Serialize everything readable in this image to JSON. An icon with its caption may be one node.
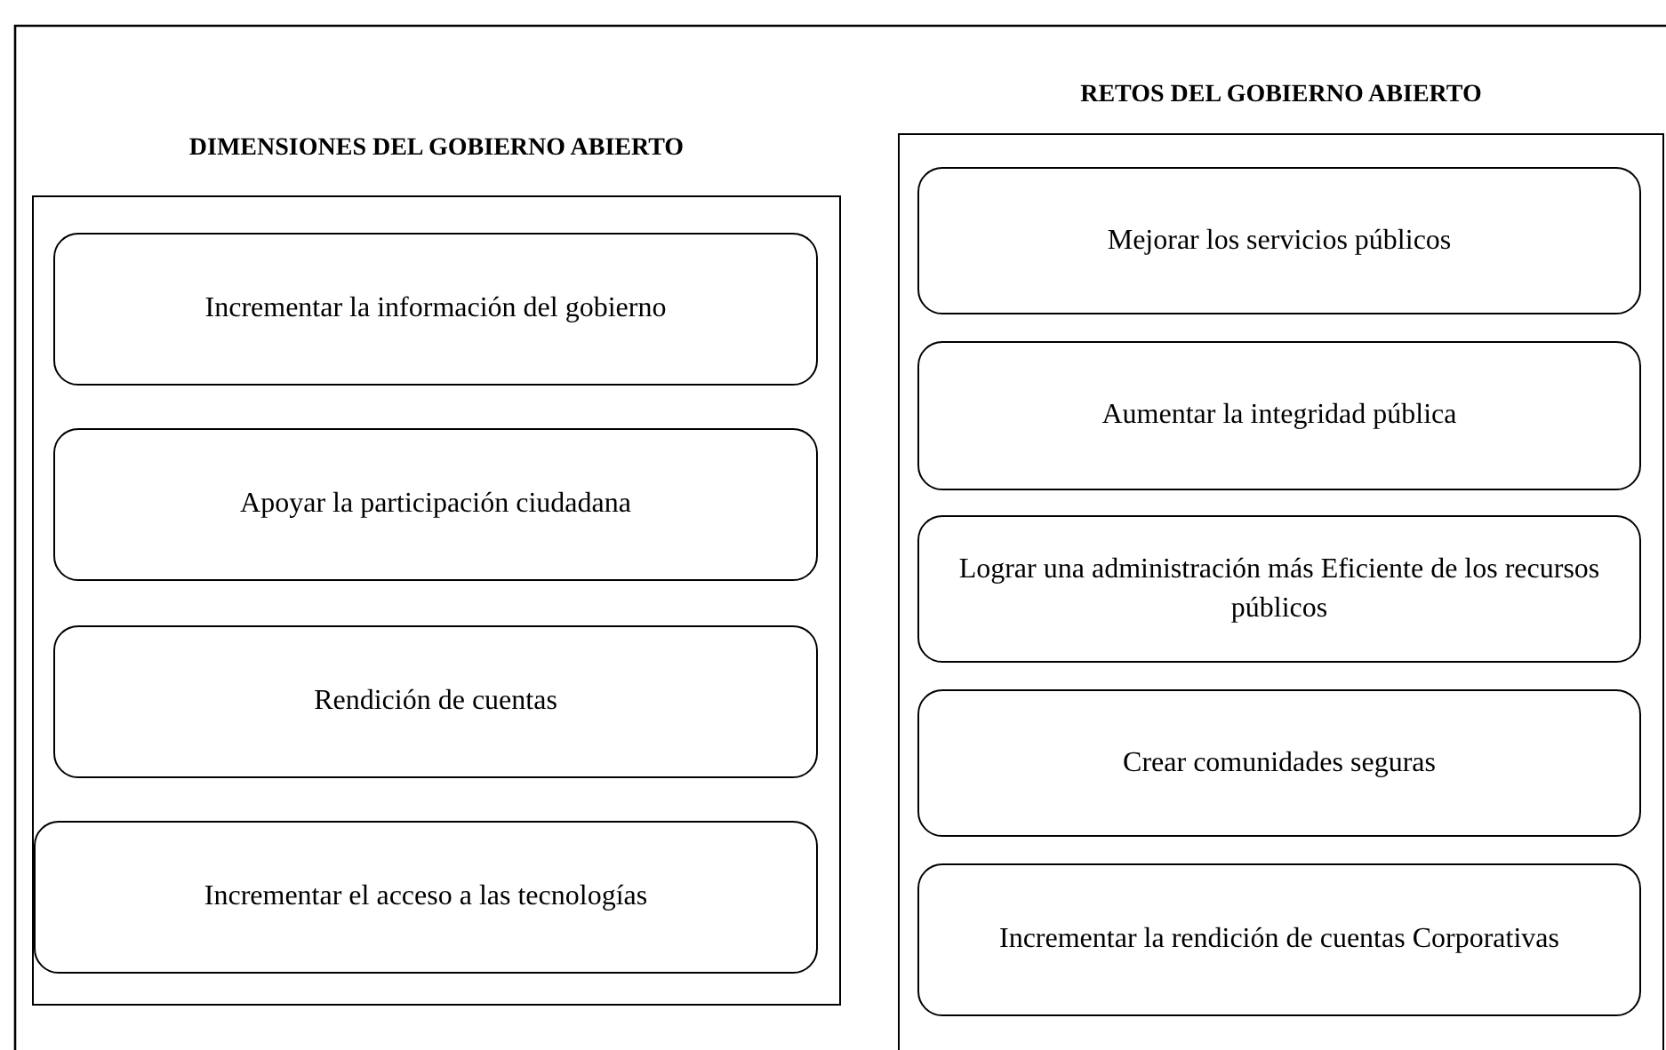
{
  "diagram": {
    "nodes": [
      {
        "text": [
          "DIMENSIONES DEL GOBIERNO ABIERTO"
        ]
      },
      {
        "text": [
          "Incrementar la información del gobierno"
        ],
        "in": 0
      },
      {
        "text": [
          "Apoyar la participación ciudadana"
        ],
        "in": 0
      },
      {
        "text": [
          "Rendición de cuentas"
        ],
        "in": 0
      },
      {
        "text": [
          "Incrementar el acceso a las tecnologías"
        ],
        "in": 0
      },
      {
        "text": [
          "RETOS DEL GOBIERNO ABIERTO"
        ]
      },
      {
        "text": [
          "Mejorar los servicios públicos"
        ],
        "in": 5
      },
      {
        "text": [
          "Aumentar la integridad pública"
        ],
        "in": 5
      },
      {
        "text": [
          "Lograr una administración más Eficiente de los recursos públicos"
        ],
        "in": 5
      },
      {
        "text": [
          "Crear comunidades seguras"
        ],
        "in": 5
      },
      {
        "text": [
          "Incrementar la rendición de cuentas Corporativas"
        ],
        "in": 5
      }
    ]
  }
}
